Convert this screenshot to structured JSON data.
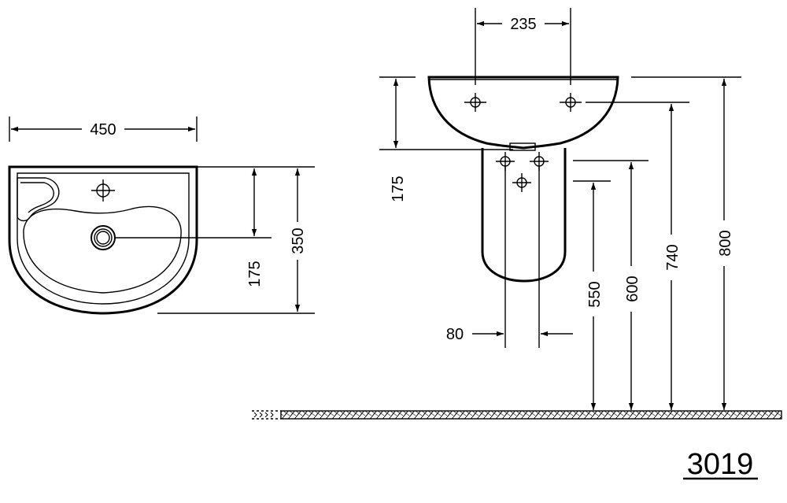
{
  "top_view": {
    "width_dim": "450",
    "drain_height_dim": "175",
    "depth_dim": "350"
  },
  "side_view": {
    "tap_spacing_dim": "235",
    "bowl_height_dim": "175",
    "pedestal_width_dim": "80",
    "height_550": "550",
    "height_600": "600",
    "height_740": "740",
    "height_800": "800"
  },
  "model_number": "3019",
  "colors": {
    "line": "#000000",
    "background": "#ffffff"
  }
}
